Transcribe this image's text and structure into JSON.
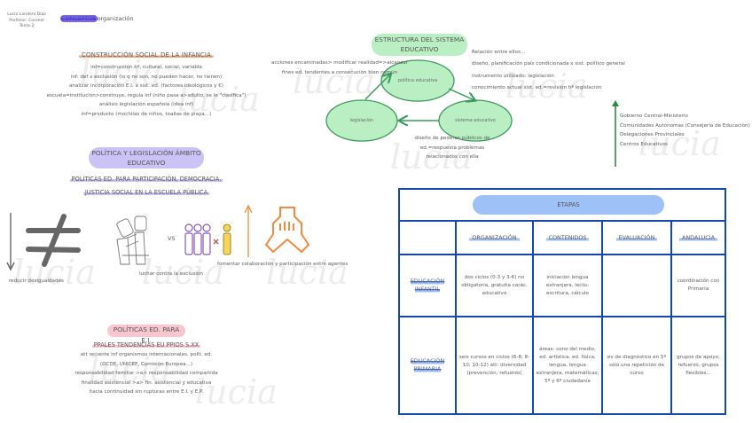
{
  "author": {
    "lines": [
      "Lucia Landero Díaz",
      "Profesor: Coronel",
      "Tema 2"
    ]
  },
  "conceptos": {
    "highlight": "CONCEPTOS",
    "rest": "organización"
  },
  "construccion": {
    "title": "CONSTRUCCIÓN SOCIAL DE LA INFANCIA",
    "lines": [
      "inf=construcción hª, cultural, social, variable",
      "inf: def x exclusión (lo q no son, no pueden hacer, no tienen)",
      "analizar incorporación E.I. a sist. ed. (factores ideológicos y €)",
      "escuela=institución>construye, regula inf (niño pasa a>adulto, se le \"clasifica\")",
      "análisis legislación española (idea inf)",
      "inf=producto (mochilas de niños, toallas de playa...)"
    ]
  },
  "politica": {
    "title_line1": "POLÍTICA Y LEGISLACIÓN ÁMBITO",
    "title_line2": "EDUCATIVO",
    "sub_line1": "POLÍTICAS ED. PARA PARTICIPACIÓN, DEMOCRACIA,",
    "sub_line2": "JUSTICIA SOCIAL EN LA ESCUELA PÚBLICA"
  },
  "icons_row": {
    "reducir_label": "reducir desigualdades",
    "vs_label": "VS",
    "luchar_label": "luchar contra la exclusión",
    "fomentar_label": "fomentar colaboración y participación entre agentes"
  },
  "politicas_ei": {
    "title": "POLÍTICAS ED. PARA E.I.",
    "subtitle": "PPALES TENDENCIAS EU PPIOS S.XX",
    "lines": [
      "att reciente inf organismos internacionales, polit. ed.",
      "(OCDE, UNICEF, Comisión Europea...)",
      "responsabilidad familiar >a> responsabilidad compartida",
      "finalidad asistencial >a> fin. asistencial y educativa",
      "hacia continuidad sin rupturas entre E.I. y E.P."
    ]
  },
  "estructura": {
    "title_line1": "ESTRUCTURA DEL SISTEMA",
    "title_line2": "EDUCATIVO",
    "nodes": {
      "politica": "política educativa",
      "legislacion": "legislación",
      "sistema": "sistema educativo"
    },
    "left_note": [
      "acciones encaminadas> modificar realidad=>alcanzar",
      "fines ed. tendentes a consecución bien común"
    ],
    "bottom_note": [
      "diseño de poderes públicos de",
      "ed.=respuesta problemas",
      "relacionados con ella"
    ],
    "right_note": [
      "Relación entre ellos...",
      "diseño, planificación país condicionada x sist. político general",
      "instrumento utilizado: legislación",
      "conocimiento actual sist. ed.=revisión hª legislación"
    ]
  },
  "gobierno": {
    "lines": [
      "Gobierno Central-Ministerio",
      "Comunidades Autónomas (Consejería de Educación)",
      "Delegaciones Provinciales",
      "Centros Educativos"
    ]
  },
  "table": {
    "title": "ETAPAS",
    "columns": [
      "",
      "ORGANIZACIÓN",
      "CONTENIDOS",
      "EVALUACIÓN",
      "ANDALUCÍA"
    ],
    "rows": [
      {
        "header_line1": "EDUCACIÓN",
        "header_line2": "INFANTIL",
        "cells": [
          "dos ciclos (0-3 y 3-6) no obligatoria, gratuita carác. educativo",
          "iniciación lengua extranjera, lecto-escritura, cálculo",
          "",
          "coordinación con Primaria"
        ]
      },
      {
        "header_line1": "EDUCACIÓN",
        "header_line2": "PRIMARIA",
        "cells": [
          "seis cursos en ciclos (6-8; 8-10; 10-12) att: diversidad (prevención, refuerzo)",
          "áreas: cono del medio, ed. artística, ed. física, lengua, lengua extranjera, matemáticas; 5º y 6º ciudadanía",
          "ev de diagnóstico en 5º sólo una repetición de curso",
          "grupos de apoyo, refuerzo, grupos flexibles..."
        ]
      }
    ]
  },
  "watermark": "lucia",
  "colors": {
    "orange": "#f5a97a",
    "purple": "#cbc3f5",
    "pink": "#f7c6cf",
    "green": "#b9efc3",
    "green_stroke": "#3c9a5f",
    "blue_border": "#1547b0",
    "blue_fill": "#9ec1f7"
  }
}
